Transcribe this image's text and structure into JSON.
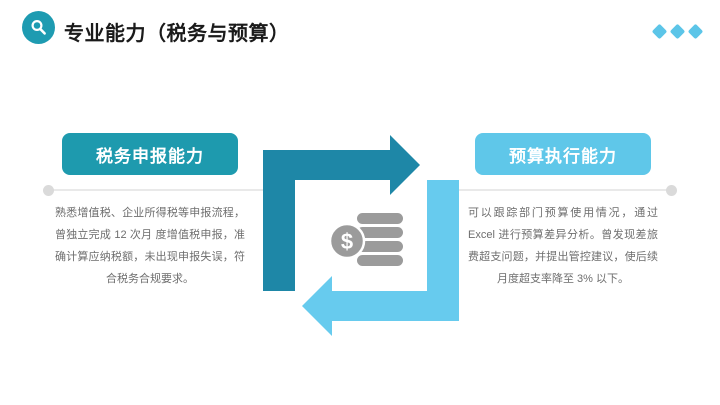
{
  "header": {
    "title": "专业能力（税务与预算）",
    "icon": "magnifier-icon",
    "icon_bg_color": "#1e9bb1",
    "title_color": "#1a1a1a"
  },
  "decor": {
    "diamond_color": "#5cc5e8",
    "diamond_count": 3
  },
  "timeline": {
    "line_color": "#e9e9e9",
    "dot_color": "#dadada"
  },
  "left_section": {
    "box_label": "税务申报能力",
    "box_color": "#1e9aae",
    "paragraph": "熟悉增值税、企业所得税等申报流程，曾独立完成 12 次月 度增值税申报，准确计算应纳税额，未出现申报失误，符合税务合规要求。"
  },
  "right_section": {
    "box_label": "预算执行能力",
    "box_color": "#5fc7e9",
    "paragraph": "可以跟踪部门预算使用情况，通过 Excel 进行预算差异分析。曾发现差旅费超支问题，并提出管控建议，使后续月度超支率降至 3% 以下。"
  },
  "center_graphic": {
    "icon": "money-coins-icon",
    "currency_symbol": "$",
    "arrow_dark_color": "#1e87a7",
    "arrow_light_color": "#67cbee",
    "coin_color": "#9b9b9b"
  }
}
